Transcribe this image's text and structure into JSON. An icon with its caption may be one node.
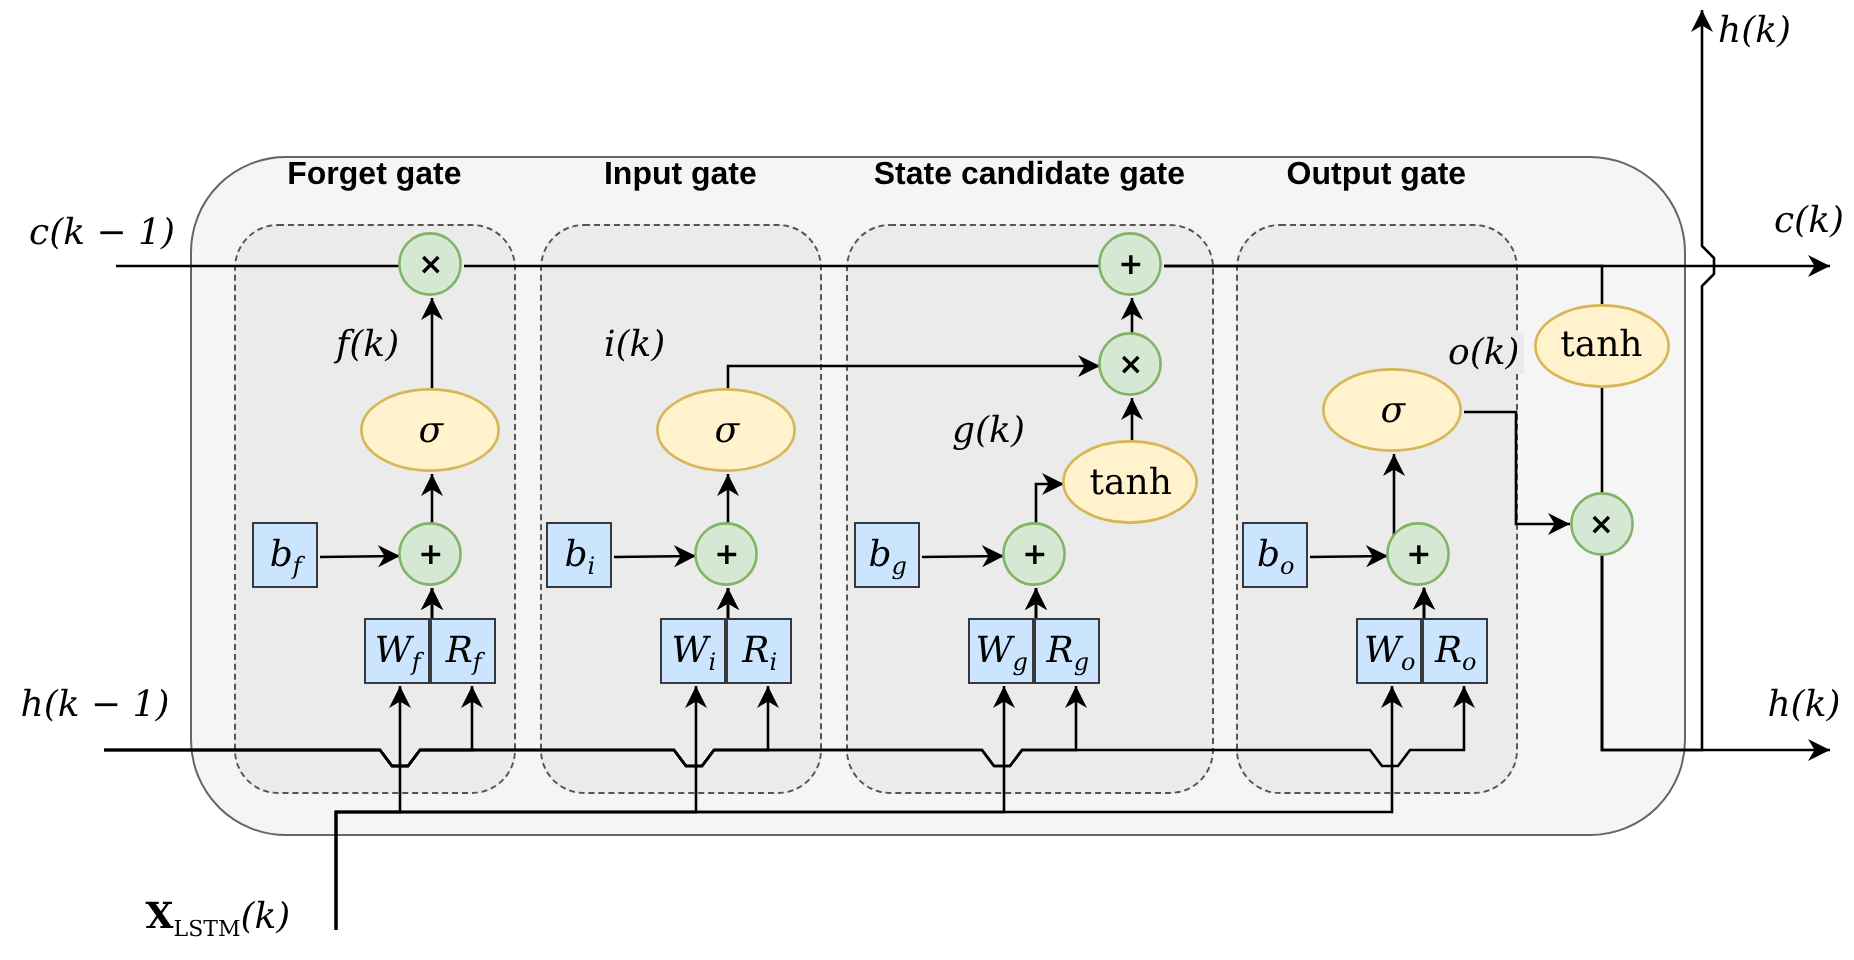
{
  "diagram": {
    "nodes": [
      {
        "text": [],
        "shape": "box"
      },
      {
        "text": [
          "Forget gate"
        ],
        "in": 0
      },
      {
        "text": [
          "Input gate"
        ],
        "in": 0
      },
      {
        "text": [
          "State candidate gate"
        ],
        "in": 0
      },
      {
        "text": [
          "Output gate"
        ],
        "in": 0
      },
      {
        "text": [
          "c(k − 1)"
        ]
      },
      {
        "text": [
          "c(k)"
        ]
      },
      {
        "text": [
          "h(k − 1)"
        ]
      },
      {
        "text": [
          "h(k)"
        ]
      },
      {
        "text": [
          "h(k)"
        ]
      },
      {
        "text": [
          "**X**$_{LSTM}$(*k*)"
        ]
      },
      {
        "text": [
          "×"
        ],
        "in": 1
      },
      {
        "text": [
          "σ"
        ],
        "in": 1
      },
      {
        "text": [
          "+"
        ],
        "in": 1
      },
      {
        "text": [
          "b$_{f}$"
        ],
        "in": 1
      },
      {
        "text": [
          "W$_{f}$"
        ],
        "in": 1
      },
      {
        "text": [
          "R$_{f}$"
        ],
        "in": 1
      },
      {
        "text": [
          "σ"
        ],
        "in": 2
      },
      {
        "text": [
          "+"
        ],
        "in": 2
      },
      {
        "text": [
          "b$_{i}$"
        ],
        "in": 2
      },
      {
        "text": [
          "W$_{i}$"
        ],
        "in": 2
      },
      {
        "text": [
          "R$_{i}$"
        ],
        "in": 2
      },
      {
        "text": [
          "+"
        ],
        "in": 3
      },
      {
        "text": [
          "×"
        ],
        "in": 3
      },
      {
        "text": [
          "tanh"
        ],
        "in": 3
      },
      {
        "text": [
          "+"
        ],
        "in": 3
      },
      {
        "text": [
          "b$_{g}$"
        ],
        "in": 3
      },
      {
        "text": [
          "W$_{g}$"
        ],
        "in": 3
      },
      {
        "text": [
          "R$_{g}$"
        ],
        "in": 3
      },
      {
        "text": [
          "σ"
        ],
        "in": 4
      },
      {
        "text": [
          "+"
        ],
        "in": 4
      },
      {
        "text": [
          "b$_{o}$"
        ],
        "in": 4
      },
      {
        "text": [
          "W$_{o}$"
        ],
        "in": 4
      },
      {
        "text": [
          "R$_{o}$"
        ],
        "in": 4
      },
      {
        "text": [
          "tanh"
        ],
        "in": 0
      },
      {
        "text": [
          "×"
        ],
        "in": 0
      }
    ],
    "edges": [
      {
        "from": 5,
        "to": 11,
        "arrow": "none"
      },
      {
        "from": 11,
        "to": 22,
        "arrow": "none"
      },
      {
        "from": 22,
        "to": 6,
        "arrow": "to"
      },
      {
        "from": 22,
        "to": 34,
        "arrow": "none"
      },
      {
        "from": 12,
        "to": 11,
        "arrow": "to",
        "label": "f(k)"
      },
      {
        "from": 13,
        "to": 12,
        "arrow": "to"
      },
      {
        "from": 14,
        "to": 13,
        "arrow": "to"
      },
      {
        "from": 15,
        "to": 13,
        "arrow": "to"
      },
      {
        "from": 16,
        "to": 13,
        "arrow": "to"
      },
      {
        "from": 10,
        "to": 15,
        "arrow": "to"
      },
      {
        "from": 7,
        "to": 16,
        "arrow": "to"
      },
      {
        "from": 18,
        "to": 17,
        "arrow": "to"
      },
      {
        "from": 19,
        "to": 18,
        "arrow": "to"
      },
      {
        "from": 20,
        "to": 18,
        "arrow": "to"
      },
      {
        "from": 21,
        "to": 18,
        "arrow": "to"
      },
      {
        "from": 10,
        "to": 20,
        "arrow": "to"
      },
      {
        "from": 7,
        "to": 21,
        "arrow": "to"
      },
      {
        "from": 17,
        "to": 23,
        "arrow": "to",
        "label": "i(k)"
      },
      {
        "from": 23,
        "to": 22,
        "arrow": "to"
      },
      {
        "from": 24,
        "to": 23,
        "arrow": "to"
      },
      {
        "from": 25,
        "to": 24,
        "arrow": "to",
        "label": "g(k)"
      },
      {
        "from": 26,
        "to": 25,
        "arrow": "to"
      },
      {
        "from": 27,
        "to": 25,
        "arrow": "to"
      },
      {
        "from": 28,
        "to": 25,
        "arrow": "to"
      },
      {
        "from": 10,
        "to": 27,
        "arrow": "to"
      },
      {
        "from": 7,
        "to": 28,
        "arrow": "to"
      },
      {
        "from": 30,
        "to": 29,
        "arrow": "to"
      },
      {
        "from": 31,
        "to": 30,
        "arrow": "to"
      },
      {
        "from": 32,
        "to": 30,
        "arrow": "to"
      },
      {
        "from": 33,
        "to": 30,
        "arrow": "to"
      },
      {
        "from": 10,
        "to": 32,
        "arrow": "to"
      },
      {
        "from": 7,
        "to": 33,
        "arrow": "to"
      },
      {
        "from": 29,
        "to": 35,
        "arrow": "to",
        "label": "o(k)"
      },
      {
        "from": 34,
        "to": 35,
        "arrow": "to"
      },
      {
        "from": 35,
        "to": 8,
        "arrow": "to"
      },
      {
        "from": 35,
        "to": 9,
        "arrow": "to"
      }
    ]
  }
}
